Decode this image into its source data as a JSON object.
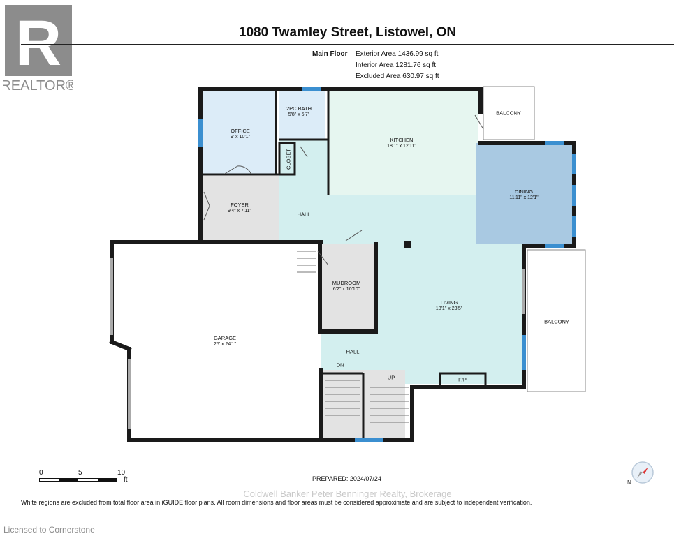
{
  "logo": {
    "text": "REALTOR®",
    "letter": "R"
  },
  "header": {
    "title": "1080 Twamley Street, Listowel, ON"
  },
  "areas": {
    "floor": "Main Floor",
    "exterior": "Exterior Area 1436.99 sq ft",
    "interior": "Interior Area 1281.76 sq ft",
    "excluded": "Excluded Area 630.97 sq ft"
  },
  "rooms": {
    "office": {
      "name": "OFFICE",
      "dim": "9' x 10'1\""
    },
    "bath": {
      "name": "2PC BATH",
      "dim": "5'8\" x 5'7\""
    },
    "closet": {
      "name": "CLOSET"
    },
    "kitchen": {
      "name": "KITCHEN",
      "dim": "18'1\" x 12'11\""
    },
    "balcony_top": {
      "name": "BALCONY"
    },
    "dining": {
      "name": "DINING",
      "dim": "11'11\" x 12'1\""
    },
    "foyer": {
      "name": "FOYER",
      "dim": "9'4\" x 7'11\""
    },
    "hall_top": {
      "name": "HALL"
    },
    "mudroom": {
      "name": "MUDROOM",
      "dim": "6'2\" x 10'10\""
    },
    "living": {
      "name": "LIVING",
      "dim": "18'1\" x 23'5\""
    },
    "balcony_right": {
      "name": "BALCONY"
    },
    "garage": {
      "name": "GARAGE",
      "dim": "25' x 24'1\""
    },
    "hall_bottom": {
      "name": "HALL"
    },
    "dn": {
      "name": "DN"
    },
    "up": {
      "name": "UP"
    },
    "fp": {
      "name": "F/P"
    }
  },
  "scale": {
    "labels": [
      "0",
      "5",
      "10"
    ],
    "unit": "ft"
  },
  "prepared": "PREPARED: 2024/07/24",
  "watermark": "Coldwell Banker Peter Benninger Realty, Brokerage",
  "disclaimer": "White regions are excluded from total floor area in iGUIDE floor plans. All room dimensions and floor areas must be considered approximate and are subject to independent verification.",
  "license": "Licensed to Cornerstone",
  "colors": {
    "wall": "#1a1a1a",
    "office_fill": "#dcecf8",
    "kitchen_fill": "#e6f6f0",
    "living_fill": "#d3efef",
    "dining_fill": "#a9c9e2",
    "foyer_fill": "#e3e3e3",
    "window": "#3b8fd0",
    "logo_gray": "#8c8c8c"
  }
}
